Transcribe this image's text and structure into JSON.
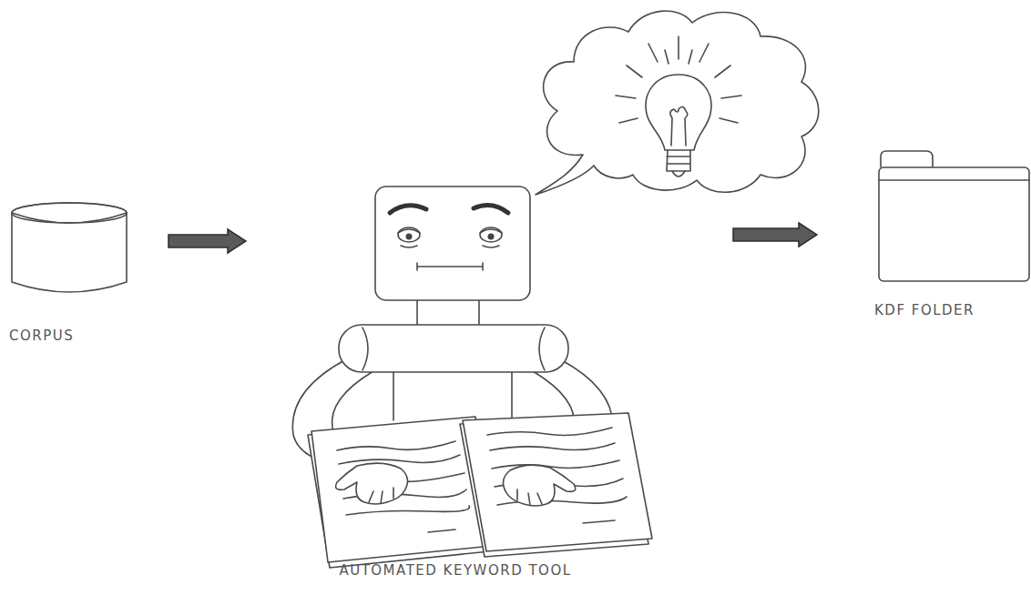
{
  "diagram": {
    "nodes": [
      {
        "text": [
          "CORPUS"
        ]
      },
      {
        "text": [
          "AUTOMATED KEYWORD TOOL"
        ]
      },
      {
        "text": [
          "KDF FOLDER"
        ]
      }
    ],
    "edges": [
      {
        "from": 0,
        "to": 1,
        "arrow": "to"
      },
      {
        "from": 1,
        "to": 2,
        "arrow": "to"
      }
    ]
  }
}
